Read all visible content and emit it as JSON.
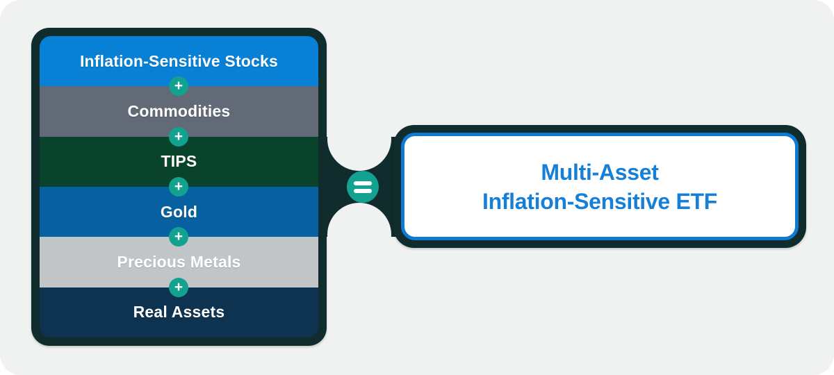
{
  "canvas": {
    "background": "#f0f2f1",
    "outer_background": "#ffffff",
    "shell_color": "#102c2c"
  },
  "stack": {
    "bands": [
      {
        "label": "Inflation-Sensitive Stocks",
        "color": "#0880d6",
        "text_color": "#ffffff"
      },
      {
        "label": "Commodities",
        "color": "#626a78",
        "text_color": "#ffffff"
      },
      {
        "label": "TIPS",
        "color": "#0a432b",
        "text_color": "#ffffff"
      },
      {
        "label": "Gold",
        "color": "#07609f",
        "text_color": "#ffffff"
      },
      {
        "label": "Precious Metals",
        "color": "#c1c5c8",
        "text_color": "#ffffff"
      },
      {
        "label": "Real Assets",
        "color": "#0e3350",
        "text_color": "#ffffff"
      }
    ]
  },
  "operators": {
    "plus": "+",
    "equals": "="
  },
  "icons": {
    "plus": "plus-icon",
    "equals": "equals-icon"
  },
  "connector": {
    "badge_color": "#12a28f",
    "neck_color": "#102c2c"
  },
  "result": {
    "line1": "Multi-Asset",
    "line2": "Inflation-Sensitive ETF",
    "text_color": "#1680d8",
    "border_color": "#0e7ad2",
    "fill": "#ffffff"
  }
}
